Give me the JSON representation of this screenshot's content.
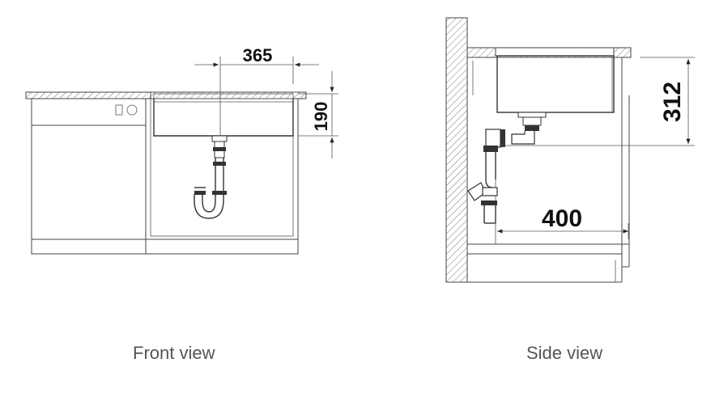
{
  "front_view": {
    "caption": "Front view",
    "dimension_width": "365",
    "dimension_height": "190"
  },
  "side_view": {
    "caption": "Side view",
    "dimension_height": "312",
    "dimension_depth": "400"
  }
}
